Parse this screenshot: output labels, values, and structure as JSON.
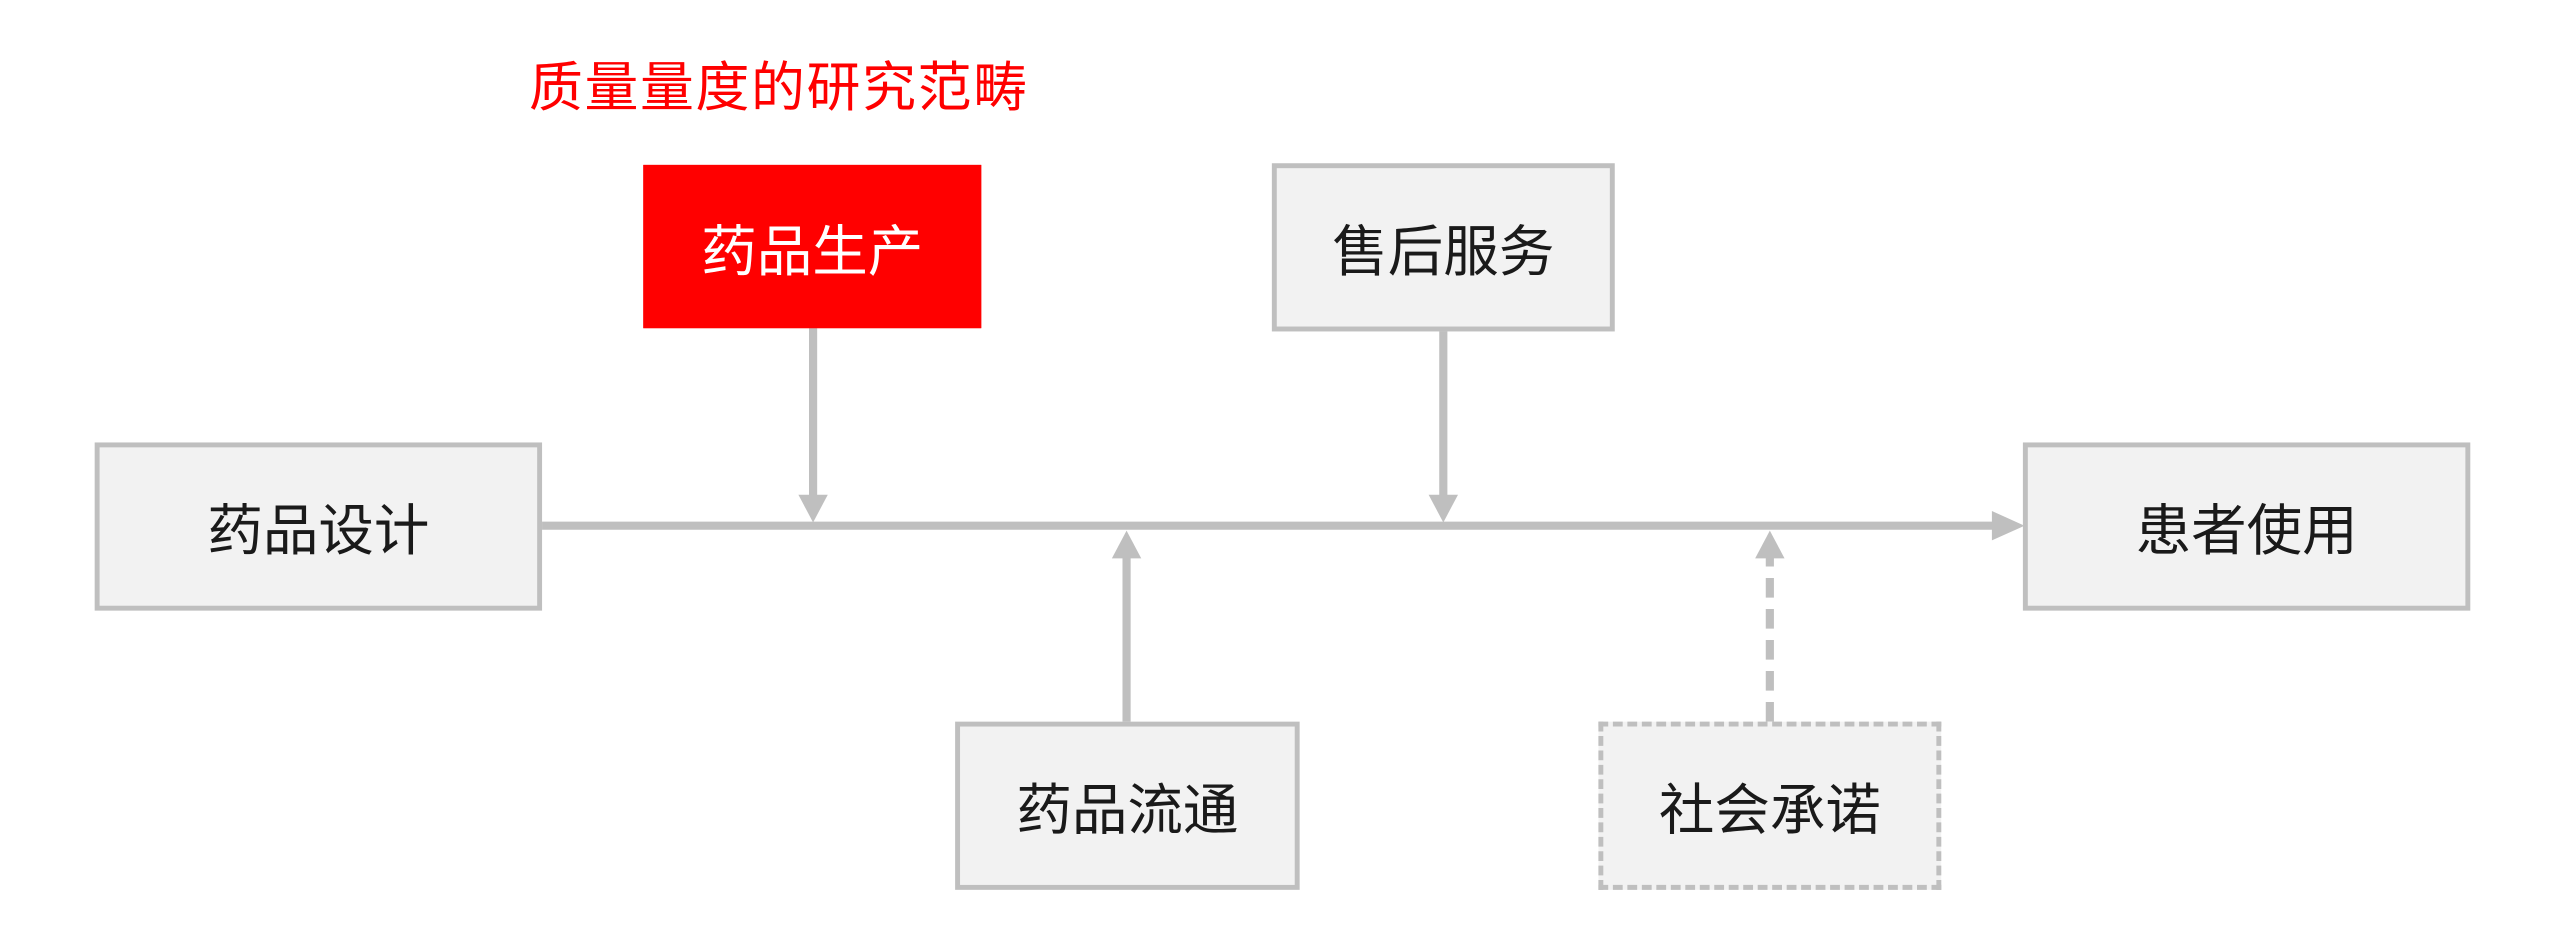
{
  "title": "质量量度的研究范畴",
  "colors": {
    "highlight": "#ff0000",
    "box_fill": "#f2f2f2",
    "box_border": "#bfbfbf",
    "connector": "#bfbfbf"
  },
  "nodes": {
    "design": {
      "label": "药品设计"
    },
    "production": {
      "label": "药品生产",
      "highlighted": true
    },
    "after_sales": {
      "label": "售后服务"
    },
    "circulation": {
      "label": "药品流通"
    },
    "social": {
      "label": "社会承诺",
      "dashed": true
    },
    "patient": {
      "label": "患者使用"
    }
  },
  "edges": [
    {
      "from": "design",
      "to": "patient",
      "style": "solid"
    },
    {
      "from": "production",
      "to": "main-line",
      "style": "solid"
    },
    {
      "from": "after_sales",
      "to": "main-line",
      "style": "solid"
    },
    {
      "from": "circulation",
      "to": "main-line",
      "style": "solid"
    },
    {
      "from": "social",
      "to": "main-line",
      "style": "dashed"
    }
  ]
}
